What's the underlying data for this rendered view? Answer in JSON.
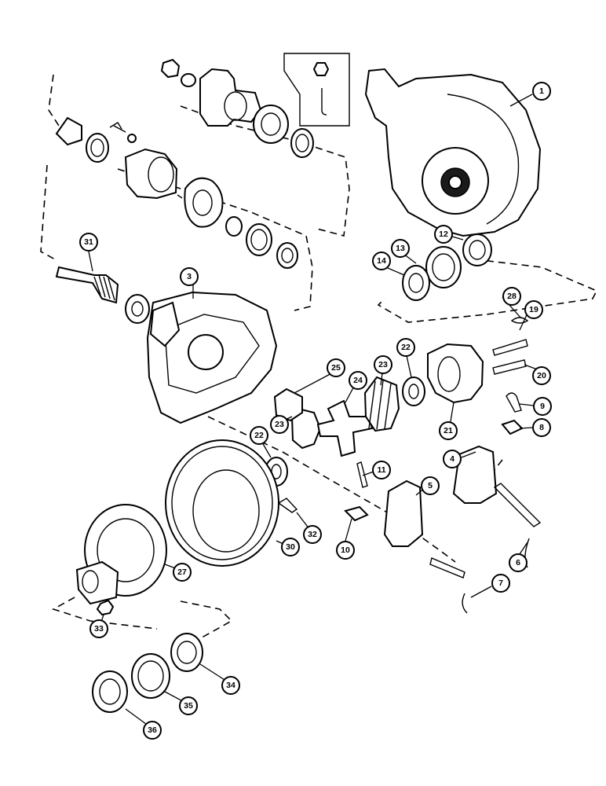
{
  "callouts": [
    {
      "id": "c1",
      "label": "1"
    },
    {
      "id": "c3",
      "label": "3"
    },
    {
      "id": "c4",
      "label": "4"
    },
    {
      "id": "c5",
      "label": "5"
    },
    {
      "id": "c6",
      "label": "6"
    },
    {
      "id": "c7",
      "label": "7"
    },
    {
      "id": "c8",
      "label": "8"
    },
    {
      "id": "c9",
      "label": "9"
    },
    {
      "id": "c10",
      "label": "10"
    },
    {
      "id": "c11",
      "label": "11"
    },
    {
      "id": "c12",
      "label": "12"
    },
    {
      "id": "c13",
      "label": "13"
    },
    {
      "id": "c14",
      "label": "14"
    },
    {
      "id": "c19",
      "label": "19"
    },
    {
      "id": "c20",
      "label": "20"
    },
    {
      "id": "c21",
      "label": "21"
    },
    {
      "id": "c22a",
      "label": "22"
    },
    {
      "id": "c22b",
      "label": "22"
    },
    {
      "id": "c23a",
      "label": "23"
    },
    {
      "id": "c23b",
      "label": "23"
    },
    {
      "id": "c24",
      "label": "24"
    },
    {
      "id": "c25",
      "label": "25"
    },
    {
      "id": "c27",
      "label": "27"
    },
    {
      "id": "c28",
      "label": "28"
    },
    {
      "id": "c30",
      "label": "30"
    },
    {
      "id": "c31",
      "label": "31"
    },
    {
      "id": "c32",
      "label": "32"
    },
    {
      "id": "c33",
      "label": "33"
    },
    {
      "id": "c34",
      "label": "34"
    },
    {
      "id": "c35",
      "label": "35"
    },
    {
      "id": "c36",
      "label": "36"
    }
  ]
}
